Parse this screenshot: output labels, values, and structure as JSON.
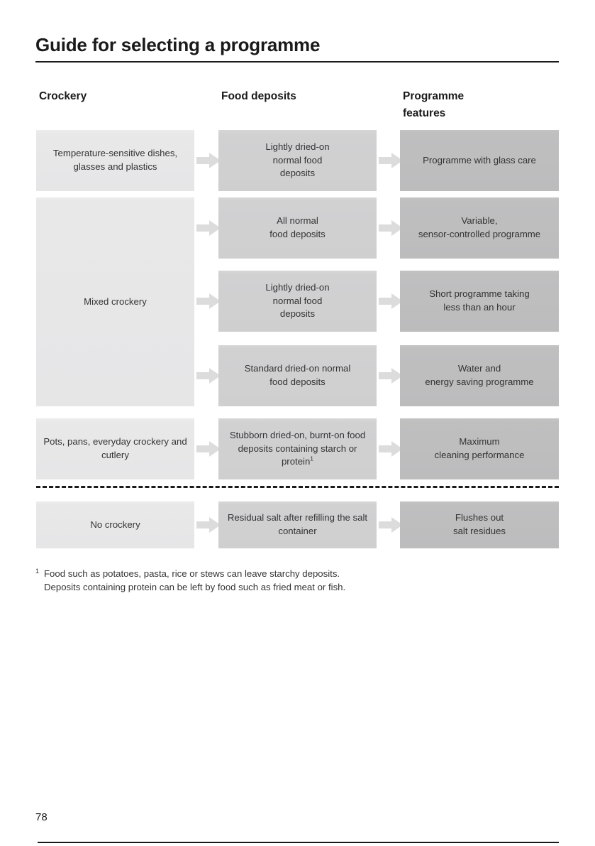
{
  "page": {
    "title": "Guide for selecting a programme",
    "page_number": "78"
  },
  "columns": {
    "crockery": "Crockery",
    "food_deposits": "Food deposits",
    "programme_features": "Programme\nfeatures"
  },
  "rows": [
    {
      "crockery": "Temperature-sensitive dishes, glasses and plastics",
      "food_deposits": "Lightly dried-on\nnormal food\ndeposits",
      "programme_features": "Programme with glass care"
    },
    {
      "crockery": "Mixed crockery",
      "food_deposits": "All normal\nfood deposits",
      "programme_features": "Variable,\nsensor-controlled programme"
    },
    {
      "crockery": "",
      "food_deposits": "Lightly dried-on\nnormal food\ndeposits",
      "programme_features": "Short programme taking\nless than an hour"
    },
    {
      "crockery": "",
      "food_deposits": "Standard dried-on normal\nfood deposits",
      "programme_features": "Water and\nenergy saving programme"
    },
    {
      "crockery": "Pots, pans, everyday crockery and cutlery",
      "food_deposits": "Stubborn dried-on, burnt-on food deposits containing starch or protein",
      "food_deposits_superscript": "1",
      "programme_features": "Maximum\ncleaning performance"
    },
    {
      "crockery": "No crockery",
      "food_deposits": "Residual salt after refilling the salt container",
      "programme_features": "Flushes out\nsalt residues"
    }
  ],
  "footnote": {
    "marker": "1",
    "line1": "Food such as potatoes, pasta, rice or stews can leave starchy deposits.",
    "line2": "Deposits containing protein can be left by food such as fried meat or fish."
  },
  "icons": {
    "arrow": "arrow-right-icon"
  },
  "colors": {
    "text": "#333333",
    "heading": "#1a1a1a",
    "shade_light": "#e8e8e9",
    "shade_medium": "#d1d1d2",
    "shade_dark": "#bfbfc0",
    "arrow": "#dcdcdc"
  }
}
